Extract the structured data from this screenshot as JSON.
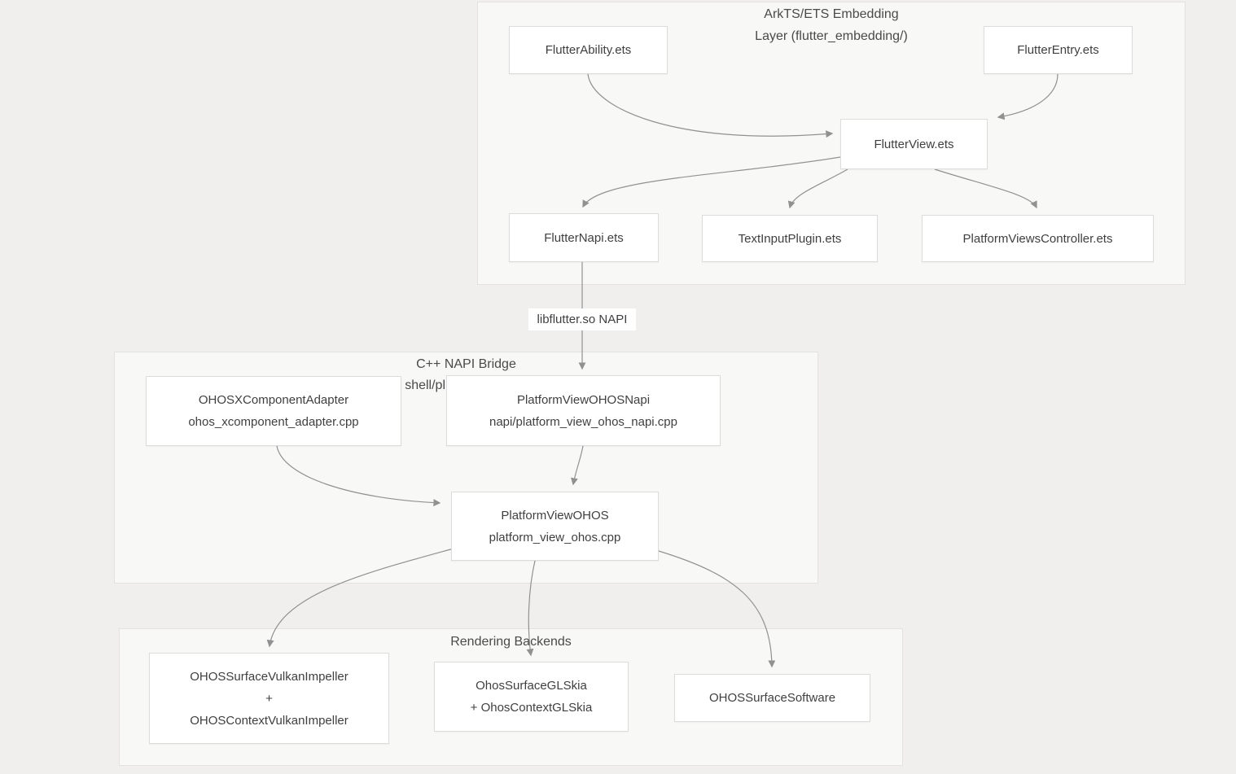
{
  "diagram": {
    "colors": {
      "page_background": "#f1efed",
      "group_fill": "#f8f8f7",
      "group_border": "#e4e1de",
      "node_fill": "#ffffff",
      "node_border": "#dedcda",
      "edge_line": "#919191",
      "text": "#3f3f3f"
    },
    "groups": [
      {
        "id": "arkts",
        "title_line1": "ArkTS/ETS Embedding",
        "title_line2": "Layer (flutter_embedding/)"
      },
      {
        "id": "cpp-bridge",
        "title_line1": "C++ NAPI Bridge",
        "title_line2_visible": "shell/pl"
      },
      {
        "id": "rendering",
        "title_line1": "Rendering Backends"
      }
    ],
    "nodes": [
      {
        "id": "flutter-ability",
        "lines": [
          "FlutterAbility.ets"
        ]
      },
      {
        "id": "flutter-entry",
        "lines": [
          "FlutterEntry.ets"
        ]
      },
      {
        "id": "flutter-view",
        "lines": [
          "FlutterView.ets"
        ]
      },
      {
        "id": "flutter-napi",
        "lines": [
          "FlutterNapi.ets"
        ]
      },
      {
        "id": "text-input-plugin",
        "lines": [
          "TextInputPlugin.ets"
        ]
      },
      {
        "id": "platform-views-controller",
        "lines": [
          "PlatformViewsController.ets"
        ]
      },
      {
        "id": "ohos-xcomponent-adapter",
        "lines": [
          "OHOSXComponentAdapter",
          "ohos_xcomponent_adapter.cpp"
        ]
      },
      {
        "id": "platform-view-ohos-napi",
        "lines": [
          "PlatformViewOHOSNapi",
          "napi/platform_view_ohos_napi.cpp"
        ]
      },
      {
        "id": "platform-view-ohos",
        "lines": [
          "PlatformViewOHOS",
          "platform_view_ohos.cpp"
        ]
      },
      {
        "id": "ohos-surface-vulkan-impeller",
        "lines": [
          "OHOSSurfaceVulkanImpeller",
          "+",
          "OHOSContextVulkanImpeller"
        ]
      },
      {
        "id": "ohos-surface-glskia",
        "lines": [
          "OhosSurfaceGLSkia",
          "+ OhosContextGLSkia"
        ]
      },
      {
        "id": "ohos-surface-software",
        "lines": [
          "OHOSSurfaceSoftware"
        ]
      }
    ],
    "edge_label": "libflutter.so NAPI",
    "edges": [
      {
        "from": "FlutterAbility.ets",
        "to": "FlutterView.ets"
      },
      {
        "from": "FlutterEntry.ets",
        "to": "FlutterView.ets"
      },
      {
        "from": "FlutterView.ets",
        "to": "FlutterNapi.ets"
      },
      {
        "from": "FlutterView.ets",
        "to": "TextInputPlugin.ets"
      },
      {
        "from": "FlutterView.ets",
        "to": "PlatformViewsController.ets"
      },
      {
        "from": "FlutterNapi.ets",
        "to": "PlatformViewOHOSNapi",
        "label": "libflutter.so NAPI"
      },
      {
        "from": "OHOSXComponentAdapter",
        "to": "PlatformViewOHOS"
      },
      {
        "from": "PlatformViewOHOSNapi",
        "to": "PlatformViewOHOS"
      },
      {
        "from": "PlatformViewOHOS",
        "to": "OHOSSurfaceVulkanImpeller"
      },
      {
        "from": "PlatformViewOHOS",
        "to": "OhosSurfaceGLSkia"
      },
      {
        "from": "PlatformViewOHOS",
        "to": "OHOSSurfaceSoftware"
      }
    ]
  }
}
